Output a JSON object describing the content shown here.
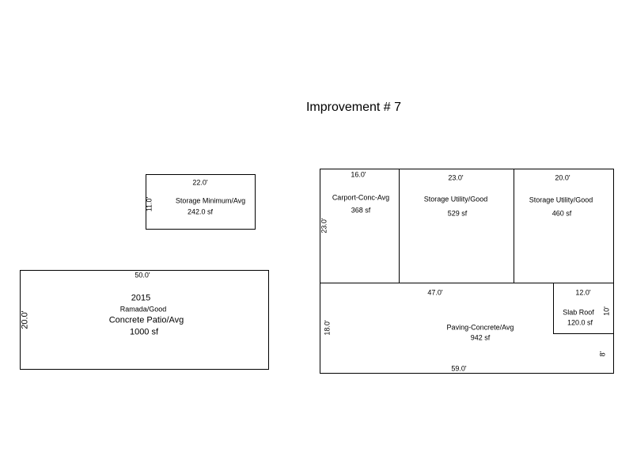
{
  "title": "Improvement # 7",
  "storage_minimum": {
    "width": "22.0'",
    "depth": "11.0'",
    "name": "Storage Minimum/Avg",
    "area": "242.0 sf"
  },
  "patio": {
    "width": "50.0'",
    "depth": "20.0'",
    "year": "2015",
    "name_1": "Ramada/Good",
    "name_2": "Concrete Patio/Avg",
    "area": "1000 sf"
  },
  "carport": {
    "width": "16.0'",
    "depth": "23.0'",
    "name": "Carport-Conc-Avg",
    "area": "368 sf"
  },
  "storage_utility_1": {
    "width": "23.0'",
    "name": "Storage Utility/Good",
    "area": "529 sf"
  },
  "storage_utility_2": {
    "width": "20.0'",
    "name": "Storage Utility/Good",
    "area": "460 sf"
  },
  "paving": {
    "width_top": "47.0'",
    "depth": "18.0'",
    "name": "Paving-Concrete/Avg",
    "area": "942 sf",
    "width_bottom": "59.0'",
    "side": "8'"
  },
  "slab_roof": {
    "width": "12.0'",
    "depth": "10'",
    "name": "Slab Roof",
    "area": "120.0 sf"
  }
}
